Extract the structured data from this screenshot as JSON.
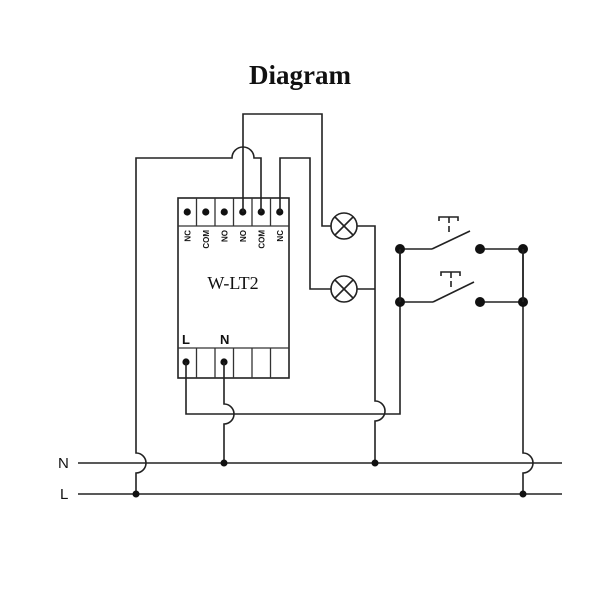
{
  "title": "Diagram",
  "device": {
    "model": "W-LT2",
    "top_terminals": [
      "NC",
      "COM",
      "NO",
      "NO",
      "COM",
      "NC"
    ],
    "bottom_terminals": [
      "L",
      "N",
      "",
      "",
      "",
      ""
    ]
  },
  "bus_lines": {
    "neutral": "N",
    "live": "L"
  },
  "components": {
    "lamps": [
      "lamp-1",
      "lamp-2"
    ],
    "switches": [
      "pushbutton-switch-1",
      "pushbutton-switch-2"
    ]
  },
  "colors": {
    "wire": "#222222",
    "background": "#ffffff"
  }
}
